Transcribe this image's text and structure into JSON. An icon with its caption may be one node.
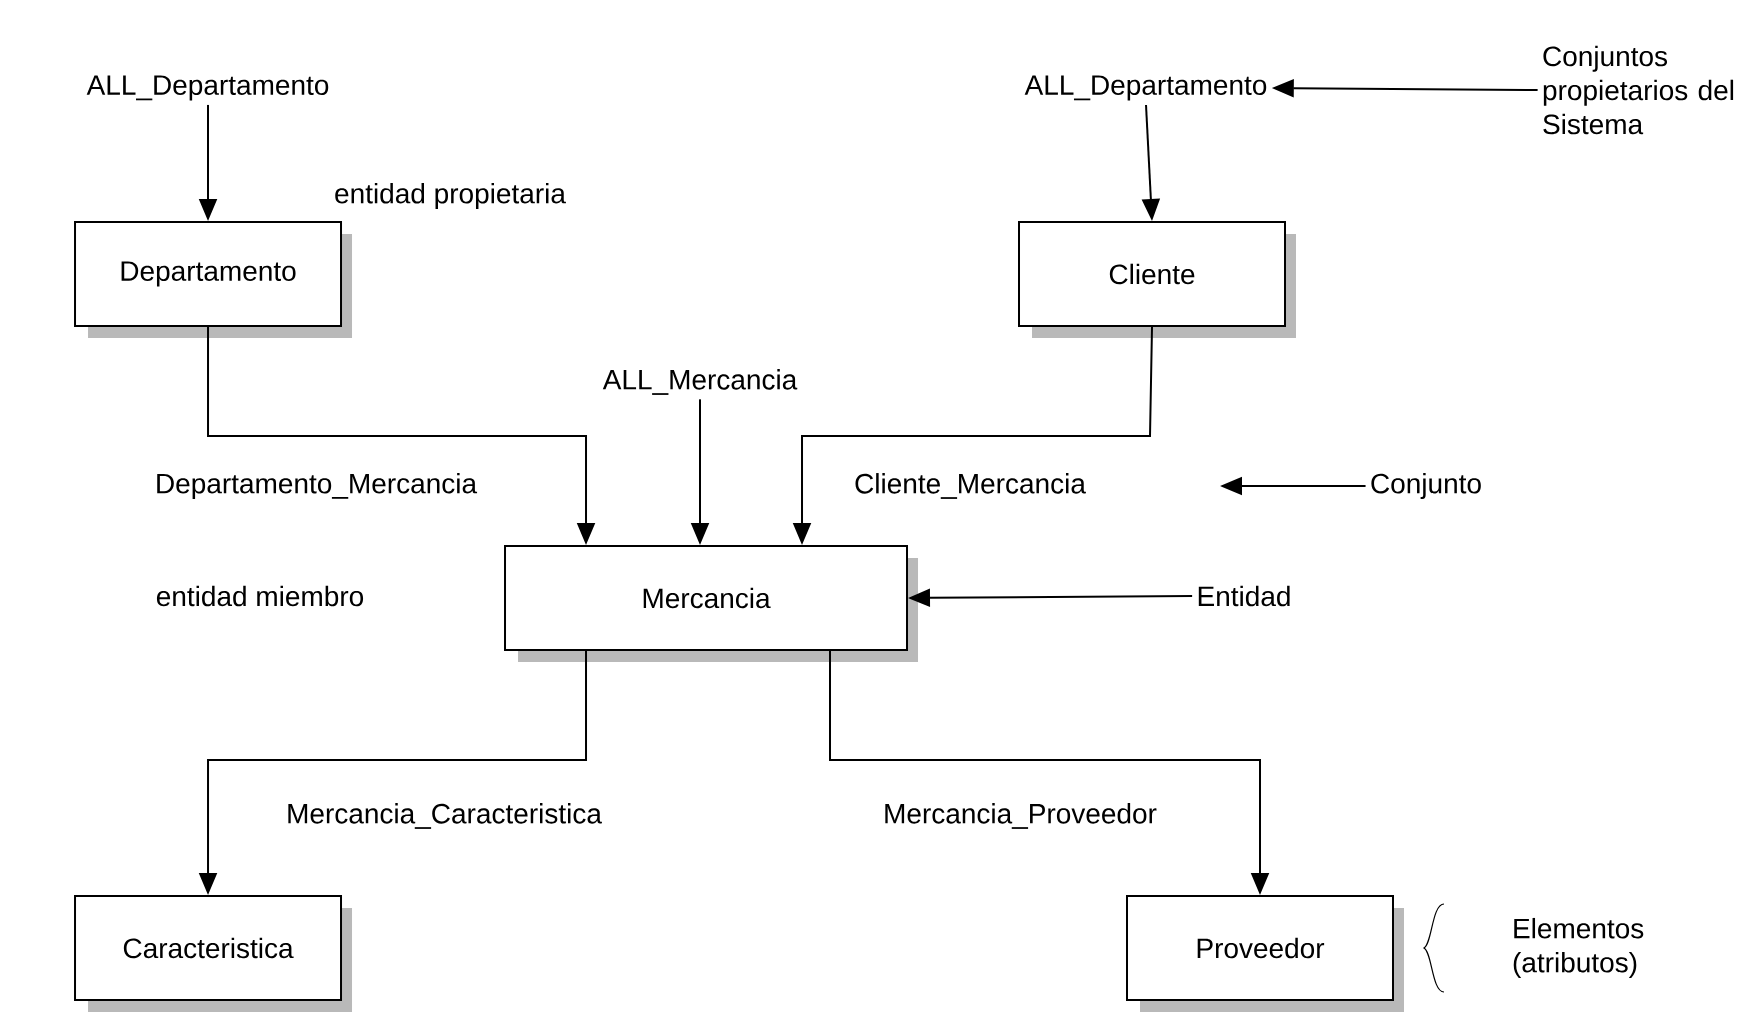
{
  "diagram": {
    "nodes": [
      {
        "text": [
          "ALL_Departamento"
        ]
      },
      {
        "text": [
          "Departamento"
        ]
      },
      {
        "text": [
          "ALL_Departamento"
        ]
      },
      {
        "text": [
          "Cliente"
        ]
      },
      {
        "text": [
          "ALL_Mercancia"
        ]
      },
      {
        "text": [
          "Mercancia"
        ]
      },
      {
        "text": [
          "Caracteristica"
        ]
      },
      {
        "text": [
          "Proveedor"
        ]
      },
      {
        "text": [
          "Conjuntos propietarios del Sistema"
        ]
      },
      {
        "text": [
          "Conjunto"
        ]
      },
      {
        "text": [
          "Entidad"
        ]
      }
    ],
    "edges": [
      {
        "from": 0,
        "to": 1,
        "arrow": "to"
      },
      {
        "from": 2,
        "to": 3,
        "arrow": "to"
      },
      {
        "from": 1,
        "to": 5,
        "arrow": "to",
        "label": "Departamento_Mercancia"
      },
      {
        "from": 4,
        "to": 5,
        "arrow": "to"
      },
      {
        "from": 3,
        "to": 5,
        "arrow": "to",
        "label": "Cliente_Mercancia"
      },
      {
        "from": 5,
        "to": 6,
        "arrow": "to",
        "label": "Mercancia_Caracteristica"
      },
      {
        "from": 5,
        "to": 7,
        "arrow": "to",
        "label": "Mercancia_Proveedor"
      },
      {
        "from": 8,
        "to": 2,
        "arrow": "to"
      },
      {
        "from": 9,
        "to": null,
        "arrow": "to"
      },
      {
        "from": 10,
        "to": 5,
        "arrow": "to"
      }
    ],
    "labels": [
      "entidad propietaria",
      "entidad miembro",
      "Elementos (atributos)"
    ]
  }
}
